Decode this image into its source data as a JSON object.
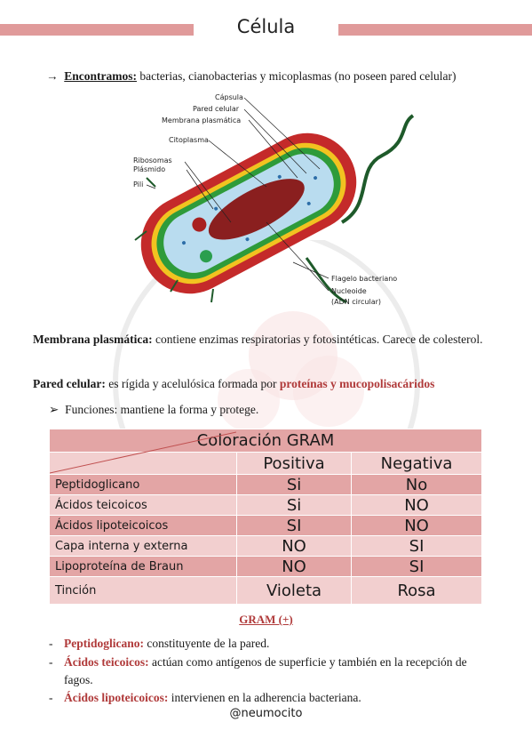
{
  "title": "Célula",
  "line1": {
    "arrow": "→",
    "bold": "Encontramos:",
    "text": " bacterias, cianobacterias y micoplasmas (no poseen pared celular)"
  },
  "diagram_labels": {
    "capsula": "Cápsula",
    "pared": "Pared celular",
    "membrana": "Membrana plasmática",
    "citoplasma": "Citoplasma",
    "ribosomas": "Ribosomas",
    "plasmido": "Plásmido",
    "pili": "Pili",
    "flagelo": "Flagelo bacteriano",
    "nucleoide": "Nucleoide",
    "adn": "(ADN circular)"
  },
  "membrana": {
    "bold": "Membrana plasmática:",
    "text": " contiene enzimas respiratorias y fotosintéticas. Carece de colesterol."
  },
  "pared": {
    "bold": "Pared celular:",
    "text": " es rígida y acelulósica formada por ",
    "red": "proteínas y mucopolisacáridos"
  },
  "funciones": {
    "marker": "➢",
    "text": "Funciones: mantiene la forma y protege."
  },
  "table": {
    "title": "Coloración GRAM",
    "cols": [
      "Positiva",
      "Negativa"
    ],
    "rows": [
      {
        "k": "Peptidoglicano",
        "p": "Si",
        "n": "No"
      },
      {
        "k": "Ácidos teicoicos",
        "p": "Si",
        "n": "NO"
      },
      {
        "k": "Ácidos lipoteicoicos",
        "p": "SI",
        "n": "NO"
      },
      {
        "k": "Capa interna y externa",
        "p": "NO",
        "n": "SI"
      },
      {
        "k": "Lipoproteína de Braun",
        "p": "NO",
        "n": "SI"
      },
      {
        "k": "Tinción",
        "p": "Violeta",
        "n": "Rosa"
      }
    ]
  },
  "gram_title": "GRAM (+)",
  "bullets": [
    {
      "dash": "-",
      "red": "Peptidoglicano:",
      "text": " constituyente de la pared."
    },
    {
      "dash": "-",
      "red": "Ácidos teicoicos:",
      "text": " actúan como antígenos de superficie y también en la recepción de fagos."
    },
    {
      "dash": "-",
      "red": "Ácidos lipoteicoicos:",
      "text": " intervienen en la adherencia bacteriana."
    }
  ],
  "footer": "@neumocito",
  "colors": {
    "accent_bar": "#e09a9a",
    "red_text": "#b03a3a",
    "table_dark": "#e3a5a5",
    "table_light": "#f2cfcf"
  }
}
